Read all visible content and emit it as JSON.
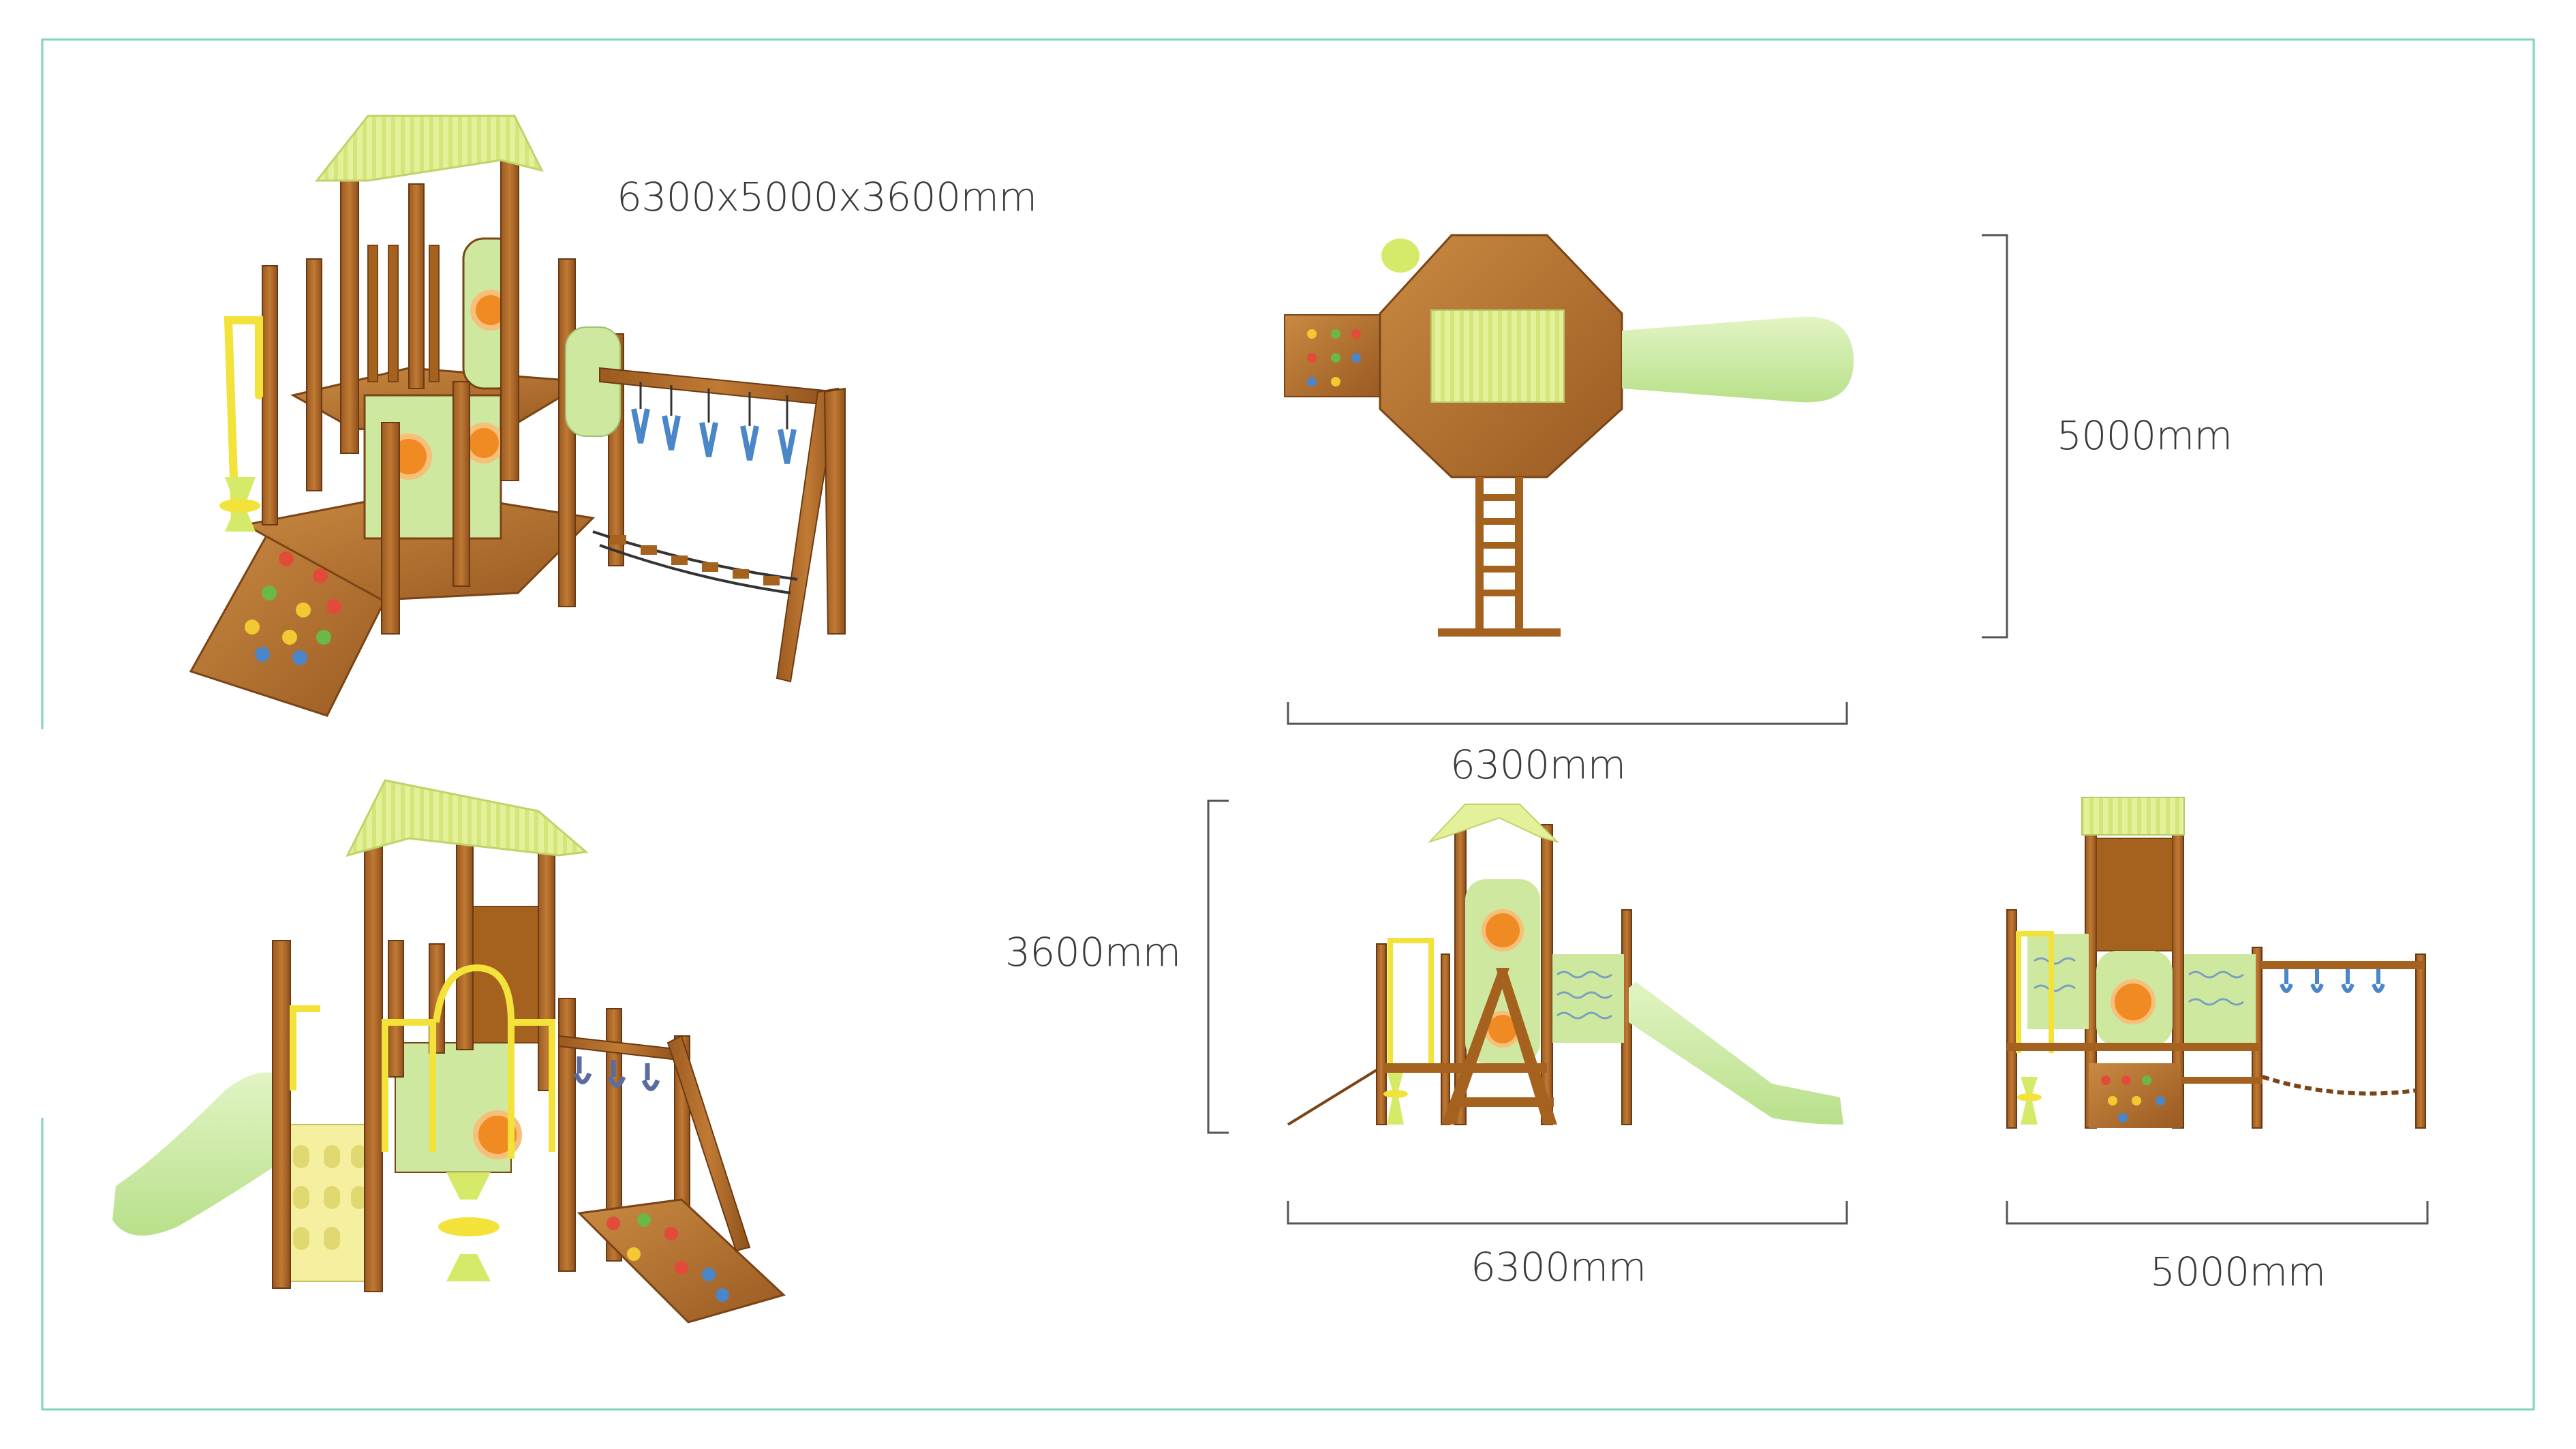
{
  "overall_size_label": "6300x5000x3600mm",
  "top_view": {
    "width_label": "6300mm",
    "depth_label": "5000mm"
  },
  "front_view": {
    "height_label": "3600mm",
    "width_label": "6300mm"
  },
  "side_view": {
    "width_label": "5000mm"
  },
  "colors": {
    "frame_border": "#7fd6b4",
    "wood": "#b06a2a",
    "wood_dark": "#7a4416",
    "panel_green": "#cfe8a0",
    "roof_lime": "#e4f09a",
    "slide_green": "#c8e8a0",
    "porthole_orange": "#f08a22",
    "handrail_yellow": "#f2e23a",
    "ring_blue": "#4a86c8",
    "dimension_line": "#555555"
  }
}
